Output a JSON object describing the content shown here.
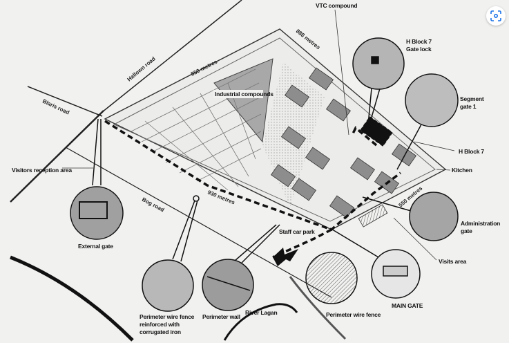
{
  "diagram": {
    "roads": {
      "hallown": "Hallown road",
      "blaris": "Blaris road",
      "bog": "Bog road"
    },
    "distances": {
      "north_west": "850 metres",
      "north_east": "888 metres",
      "south_west": "930 metres",
      "south_east": "550 metres"
    },
    "labels": {
      "vtc_compound": "VTC compound",
      "h_block_7_gate_lock_1": "H Block 7",
      "h_block_7_gate_lock_2": "Gate lock",
      "segment_gate_1": "Segment",
      "segment_gate_2": "gate 1",
      "h_block_7": "H Block 7",
      "kitchen": "Kitchen",
      "industrial_compounds": "Industrial compounds",
      "visitors_reception": "Visitors reception area",
      "external_gate": "External gate",
      "staff_car_park": "Staff car park",
      "administration_gate_1": "Administration",
      "administration_gate_2": "gate",
      "visits_area": "Visits area",
      "main_gate": "MAIN GATE",
      "perimeter_wire_fence": "Perimeter wire fence",
      "perimeter_wall": "Perimeter wall",
      "river_lagan": "River Lagan",
      "reinforced_fence_1": "Perimeter wire fence",
      "reinforced_fence_2": "reinforced with",
      "reinforced_fence_3": "corrugated iron"
    },
    "colors": {
      "ink": "#1a1a1a",
      "paper": "#f1f1f0",
      "shade": "#9a9a9a"
    }
  },
  "toolbar": {
    "lens_icon": "lens-search-icon"
  }
}
